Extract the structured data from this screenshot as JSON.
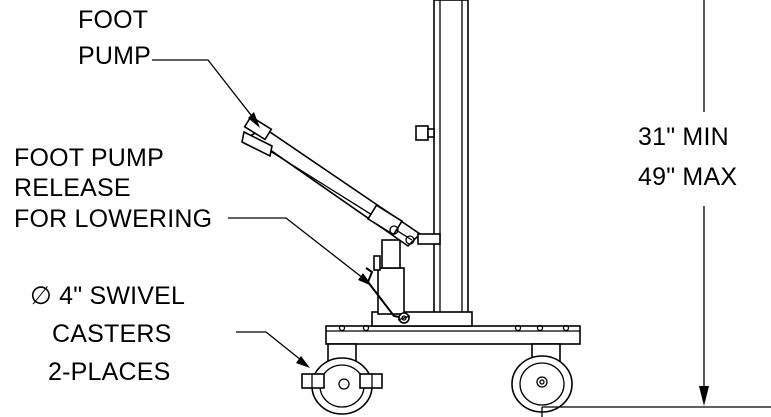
{
  "labels": {
    "foot_pump_line1": "FOOT",
    "foot_pump_line2": "PUMP",
    "release_line1": "FOOT PUMP",
    "release_line2": "RELEASE",
    "release_line3": "FOR LOWERING",
    "swivel_line1": "∅ 4\" SWIVEL",
    "swivel_line2": "CASTERS",
    "swivel_line3": "2-PLACES",
    "height_min": "31\" MIN",
    "height_max": "49\" MAX"
  }
}
